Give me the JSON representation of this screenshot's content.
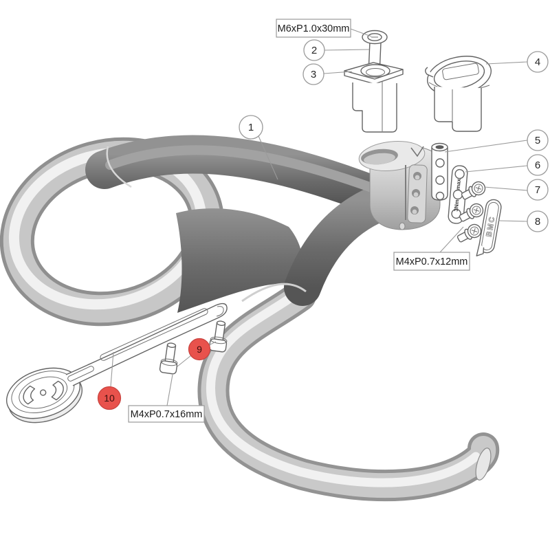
{
  "diagram": {
    "kind": "exploded-parts-diagram",
    "subject": "integrated handlebar and stem cockpit assembly",
    "background": "#ffffff"
  },
  "callouts": [
    {
      "number": "1",
      "variant": "plain"
    },
    {
      "number": "2",
      "variant": "plain"
    },
    {
      "number": "3",
      "variant": "plain"
    },
    {
      "number": "4",
      "variant": "plain"
    },
    {
      "number": "5",
      "variant": "plain"
    },
    {
      "number": "6",
      "variant": "plain"
    },
    {
      "number": "7",
      "variant": "plain"
    },
    {
      "number": "8",
      "variant": "plain"
    },
    {
      "number": "9",
      "variant": "red"
    },
    {
      "number": "10",
      "variant": "red"
    }
  ],
  "labels": {
    "bolt_top": "M6xP1.0x30mm",
    "bolt_clamp": "M4xP0.7x12mm",
    "bolt_mount": "M4xP0.7x16mm"
  },
  "markings": {
    "max": "max",
    "torque": "3Nm",
    "brand": "BMC"
  },
  "colors": {
    "red": "#E8524C",
    "red_stroke": "#C8423E",
    "red_text": "#3D0F0D",
    "line_art": "#636363",
    "callout_stroke": "#9A9A9A",
    "label_border": "#9A9A9A",
    "text": "#1C1C1C"
  }
}
